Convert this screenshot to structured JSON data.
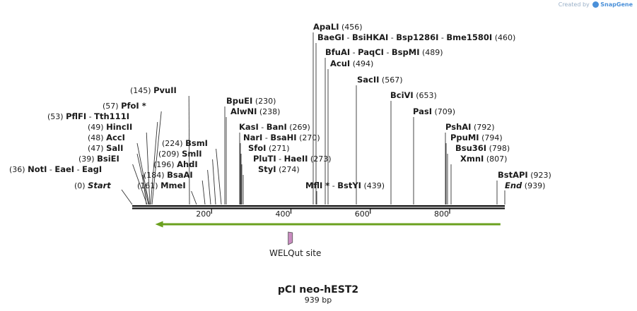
{
  "watermark": {
    "prefix": "Created by",
    "brand": "SnapGene"
  },
  "map": {
    "title": "pCI neo-hEST2",
    "length_label": "939 bp",
    "length": 939
  },
  "axis_ticks": [
    "200",
    "400",
    "600",
    "800"
  ],
  "features": [
    {
      "name": "",
      "type": "arrow-left",
      "start": 58,
      "end": 928,
      "color": "#6aa01e"
    },
    {
      "name": "WELQut site",
      "type": "site",
      "start": 393,
      "end": 404,
      "color": "#c98cc0"
    }
  ],
  "markers": [
    {
      "name": "Start",
      "pos": "(0)"
    },
    {
      "name": "End",
      "pos": "(939)"
    }
  ],
  "sites": [
    {
      "names": [
        "NotI",
        "EaeI",
        "EagI"
      ],
      "pos": "(36)"
    },
    {
      "names": [
        "BsiEI"
      ],
      "pos": "(39)"
    },
    {
      "names": [
        "SalI"
      ],
      "pos": "(47)"
    },
    {
      "names": [
        "AccI"
      ],
      "pos": "(48)"
    },
    {
      "names": [
        "HincII"
      ],
      "pos": "(49)"
    },
    {
      "names": [
        "PflFI",
        "Tth111I"
      ],
      "pos": "(53)"
    },
    {
      "names": [
        "PfoI *"
      ],
      "pos": "(57)"
    },
    {
      "names": [
        "PvuII"
      ],
      "pos": "(145)"
    },
    {
      "names": [
        "MmeI"
      ],
      "pos": "(161)"
    },
    {
      "names": [
        "BsaAI"
      ],
      "pos": "(184)"
    },
    {
      "names": [
        "AhdI"
      ],
      "pos": "(196)"
    },
    {
      "names": [
        "SmlI"
      ],
      "pos": "(209)"
    },
    {
      "names": [
        "BsmI"
      ],
      "pos": "(224)"
    },
    {
      "names": [
        "BpuEI"
      ],
      "pos": "(230)"
    },
    {
      "names": [
        "AlwNI"
      ],
      "pos": "(238)"
    },
    {
      "names": [
        "KasI",
        "BanI"
      ],
      "pos": "(269)"
    },
    {
      "names": [
        "NarI",
        "BsaHI"
      ],
      "pos": "(270)"
    },
    {
      "names": [
        "SfoI"
      ],
      "pos": "(271)"
    },
    {
      "names": [
        "PluTI",
        "HaeII"
      ],
      "pos": "(273)"
    },
    {
      "names": [
        "StyI"
      ],
      "pos": "(274)"
    },
    {
      "names": [
        "MflI *",
        "BstYI"
      ],
      "pos": "(439)"
    },
    {
      "names": [
        "ApaLI"
      ],
      "pos": "(456)"
    },
    {
      "names": [
        "BaeGI",
        "BsiHKAI",
        "Bsp1286I",
        "Bme1580I"
      ],
      "pos": "(460)"
    },
    {
      "names": [
        "BfuAI",
        "PaqCI",
        "BspMI"
      ],
      "pos": "(489)"
    },
    {
      "names": [
        "AcuI"
      ],
      "pos": "(494)"
    },
    {
      "names": [
        "SacII"
      ],
      "pos": "(567)"
    },
    {
      "names": [
        "BciVI"
      ],
      "pos": "(653)"
    },
    {
      "names": [
        "PasI"
      ],
      "pos": "(709)"
    },
    {
      "names": [
        "PshAI"
      ],
      "pos": "(792)"
    },
    {
      "names": [
        "PpuMI"
      ],
      "pos": "(794)"
    },
    {
      "names": [
        "Bsu36I"
      ],
      "pos": "(798)"
    },
    {
      "names": [
        "XmnI"
      ],
      "pos": "(807)"
    },
    {
      "names": [
        "BstAPI"
      ],
      "pos": "(923)"
    }
  ]
}
